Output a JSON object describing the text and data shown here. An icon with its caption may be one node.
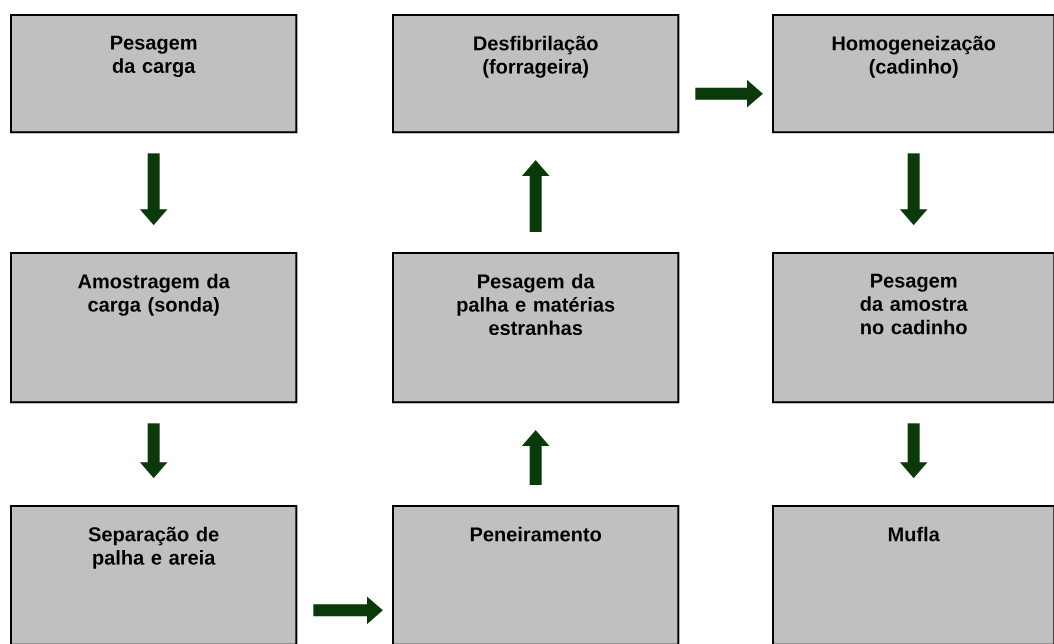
{
  "diagram": {
    "nodes": [
      {
        "text": [
          "Pesagem da carga"
        ]
      },
      {
        "text": [
          "Desfibrilação (forrageira)"
        ]
      },
      {
        "text": [
          "Homogeneização (cadinho)"
        ]
      },
      {
        "text": [
          "Amostragem da carga (sonda)"
        ]
      },
      {
        "text": [
          "Pesagem da palha e matérias estranhas"
        ]
      },
      {
        "text": [
          "Pesagem da amostra no cadinho"
        ]
      },
      {
        "text": [
          "Separação de palha e areia"
        ]
      },
      {
        "text": [
          "Peneiramento"
        ]
      },
      {
        "text": [
          "Mufla"
        ]
      }
    ],
    "edges": [
      {
        "from": 0,
        "to": 3,
        "arrow": "to"
      },
      {
        "from": 3,
        "to": 6,
        "arrow": "to"
      },
      {
        "from": 6,
        "to": 7,
        "arrow": "to"
      },
      {
        "from": 7,
        "to": 4,
        "arrow": "to"
      },
      {
        "from": 4,
        "to": 1,
        "arrow": "to"
      },
      {
        "from": 1,
        "to": 2,
        "arrow": "to"
      },
      {
        "from": 2,
        "to": 5,
        "arrow": "to"
      },
      {
        "from": 5,
        "to": 8,
        "arrow": "to"
      }
    ]
  }
}
